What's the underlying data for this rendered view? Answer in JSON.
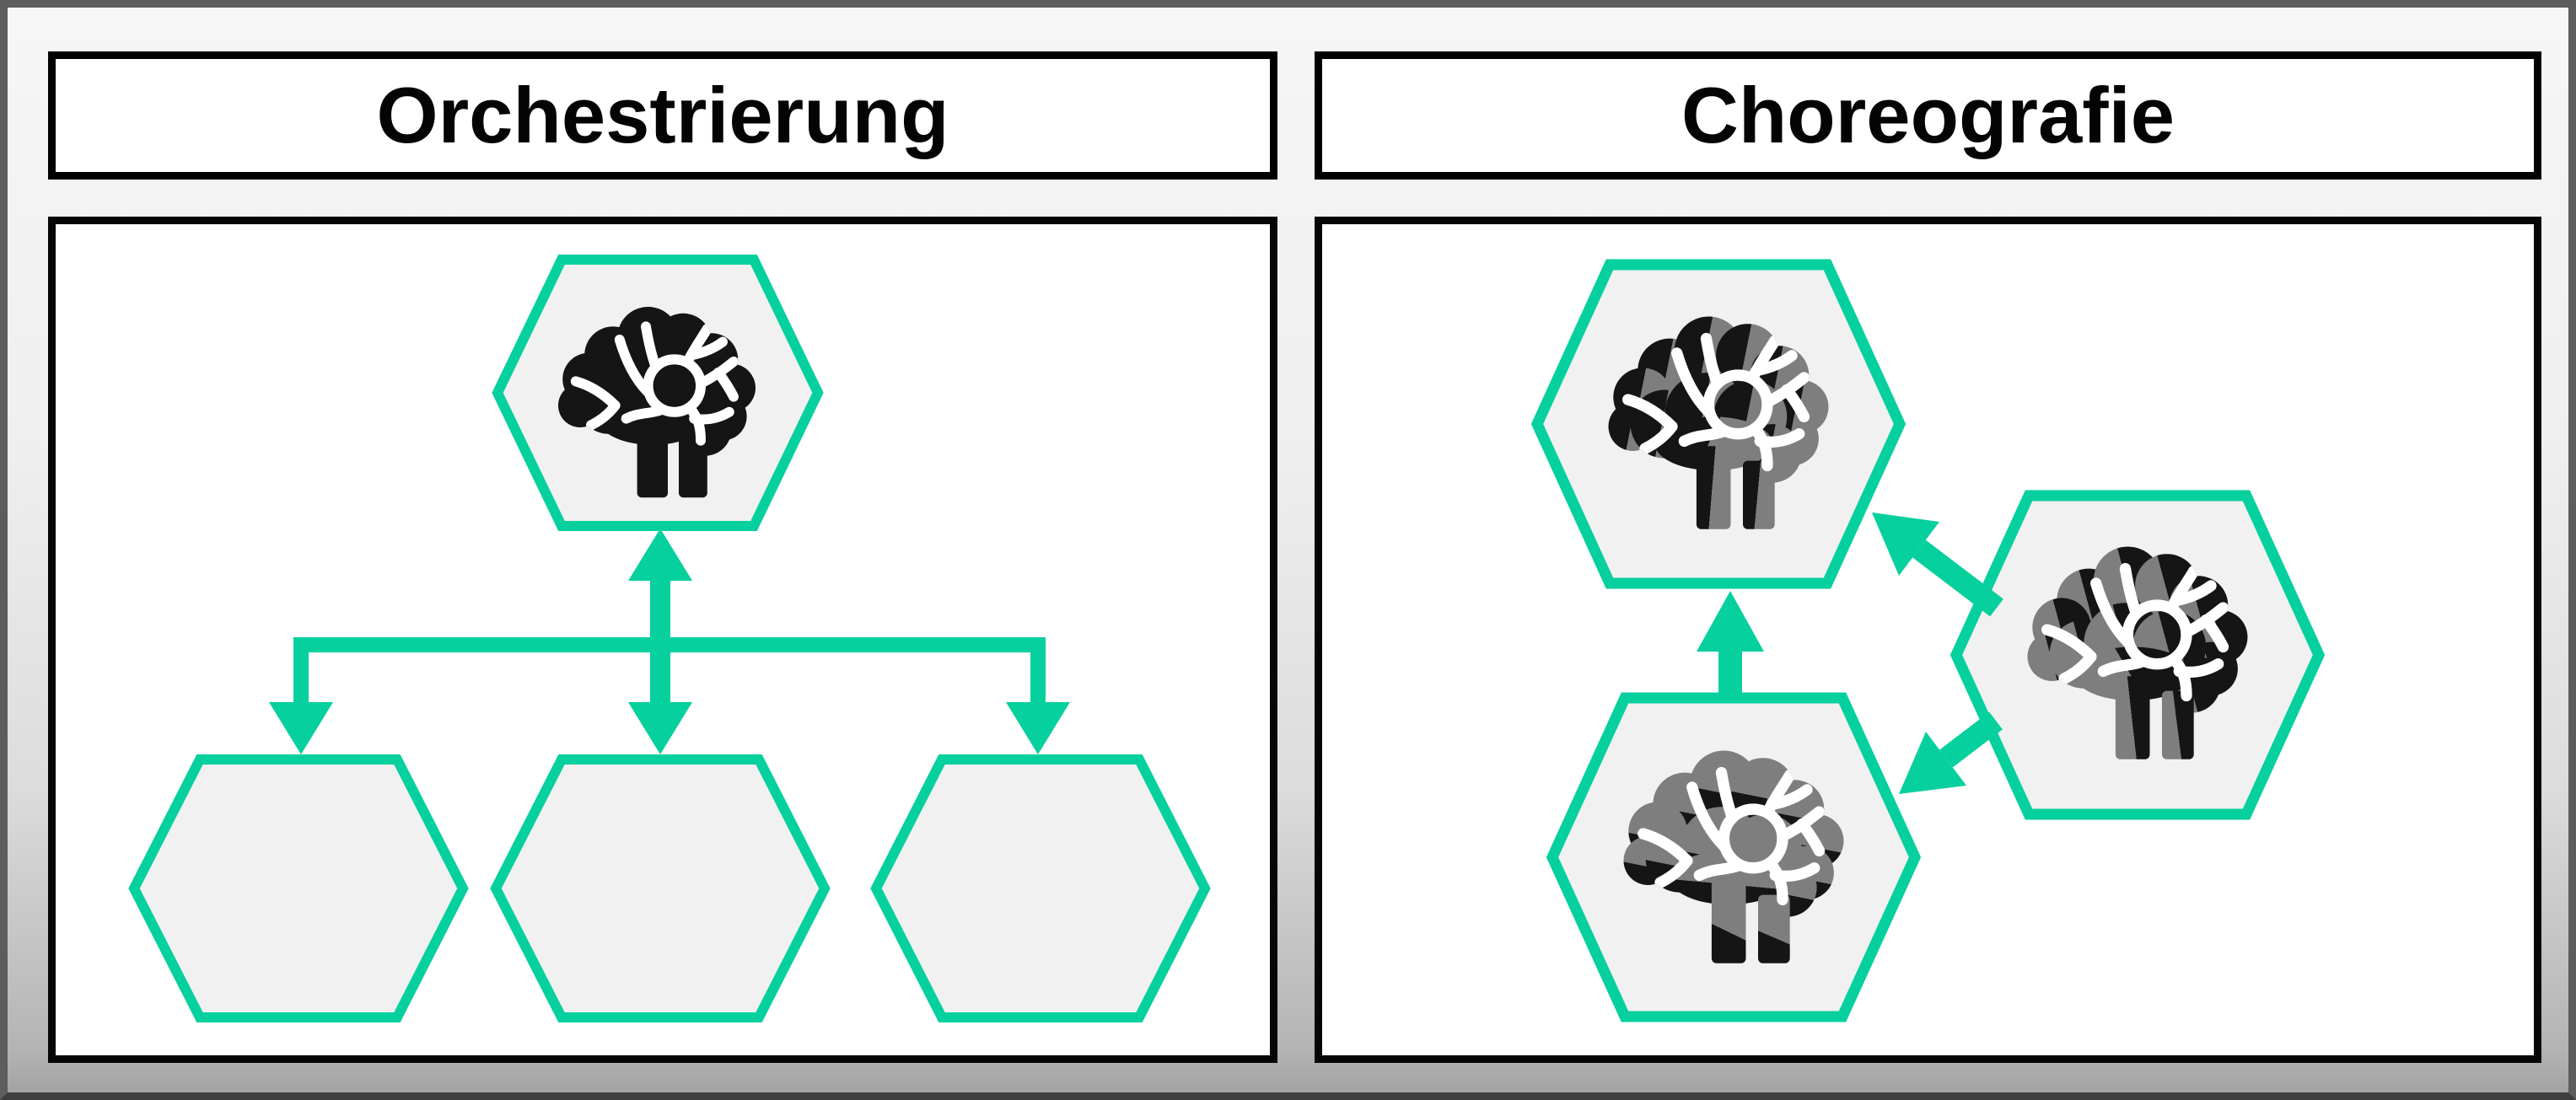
{
  "slide": {
    "colors": {
      "accent_green": "#06d09e",
      "hexagon_fill": "#f1f1f1",
      "brain_black": "#151515",
      "brain_gray": "#7e7e7e",
      "panel_background": "#ffffff",
      "outer_frame": "#5d5d5d"
    },
    "panels": [
      {
        "id": "orchestrierung",
        "title": "Orchestrierung",
        "diagram": {
          "type": "orchestration-tree",
          "nodes": [
            {
              "id": "orchestrator",
              "shape": "hexagon",
              "icon": "brain-icon",
              "icon_variant": "solid-black"
            },
            {
              "id": "worker-left",
              "shape": "hexagon",
              "icon": null
            },
            {
              "id": "worker-middle",
              "shape": "hexagon",
              "icon": null
            },
            {
              "id": "worker-right",
              "shape": "hexagon",
              "icon": null
            }
          ],
          "edges": [
            {
              "from": "orchestrator",
              "to": "worker-middle",
              "style": "double-headed-arrow"
            },
            {
              "from": "orchestrator",
              "to": "worker-left",
              "style": "elbow-arrow"
            },
            {
              "from": "orchestrator",
              "to": "worker-right",
              "style": "elbow-arrow"
            }
          ]
        }
      },
      {
        "id": "choreografie",
        "title": "Choreografie",
        "diagram": {
          "type": "choreography-peer-network",
          "nodes": [
            {
              "id": "agent-top-left",
              "shape": "hexagon",
              "icon": "brain-icon",
              "icon_variant": "black-left-gray-right"
            },
            {
              "id": "agent-bottom-left",
              "shape": "hexagon",
              "icon": "brain-icon",
              "icon_variant": "gray-top-black-bottom"
            },
            {
              "id": "agent-right",
              "shape": "hexagon",
              "icon": "brain-icon",
              "icon_variant": "gray-left-black-right"
            }
          ],
          "edges": [
            {
              "from": "agent-right",
              "to": "agent-top-left",
              "style": "arrow"
            },
            {
              "from": "agent-right",
              "to": "agent-bottom-left",
              "style": "arrow"
            },
            {
              "from": "agent-bottom-left",
              "to": "agent-top-left",
              "style": "arrow"
            }
          ]
        }
      }
    ]
  }
}
